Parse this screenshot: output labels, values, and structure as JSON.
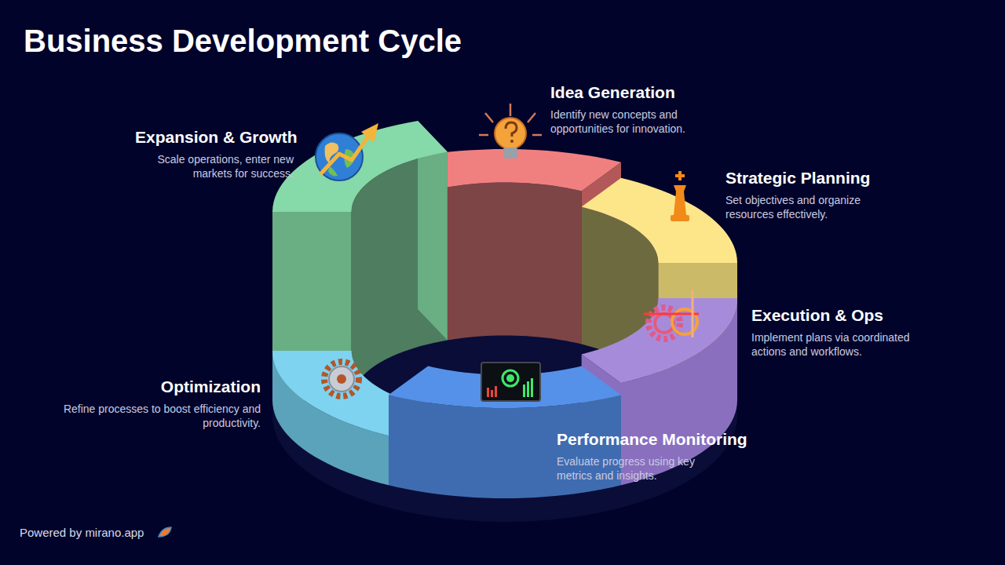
{
  "diagram": {
    "title": "Business Development Cycle",
    "nodes": [
      {
        "text": [
          "Idea Generation",
          "Identify new concepts and opportunities for innovation."
        ]
      },
      {
        "text": [
          "Strategic Planning",
          "Set objectives and organize resources effectively."
        ]
      },
      {
        "text": [
          "Execution & Ops",
          "Implement plans via coordinated actions and workflows."
        ]
      },
      {
        "text": [
          "Performance Monitoring",
          "Evaluate progress using key metrics and insights."
        ]
      },
      {
        "text": [
          "Optimization",
          "Refine processes to boost efficiency and productivity."
        ]
      },
      {
        "text": [
          "Expansion & Growth",
          "Scale operations, enter new markets for success."
        ]
      }
    ],
    "labels": [
      "Powered by mirano.app"
    ]
  }
}
